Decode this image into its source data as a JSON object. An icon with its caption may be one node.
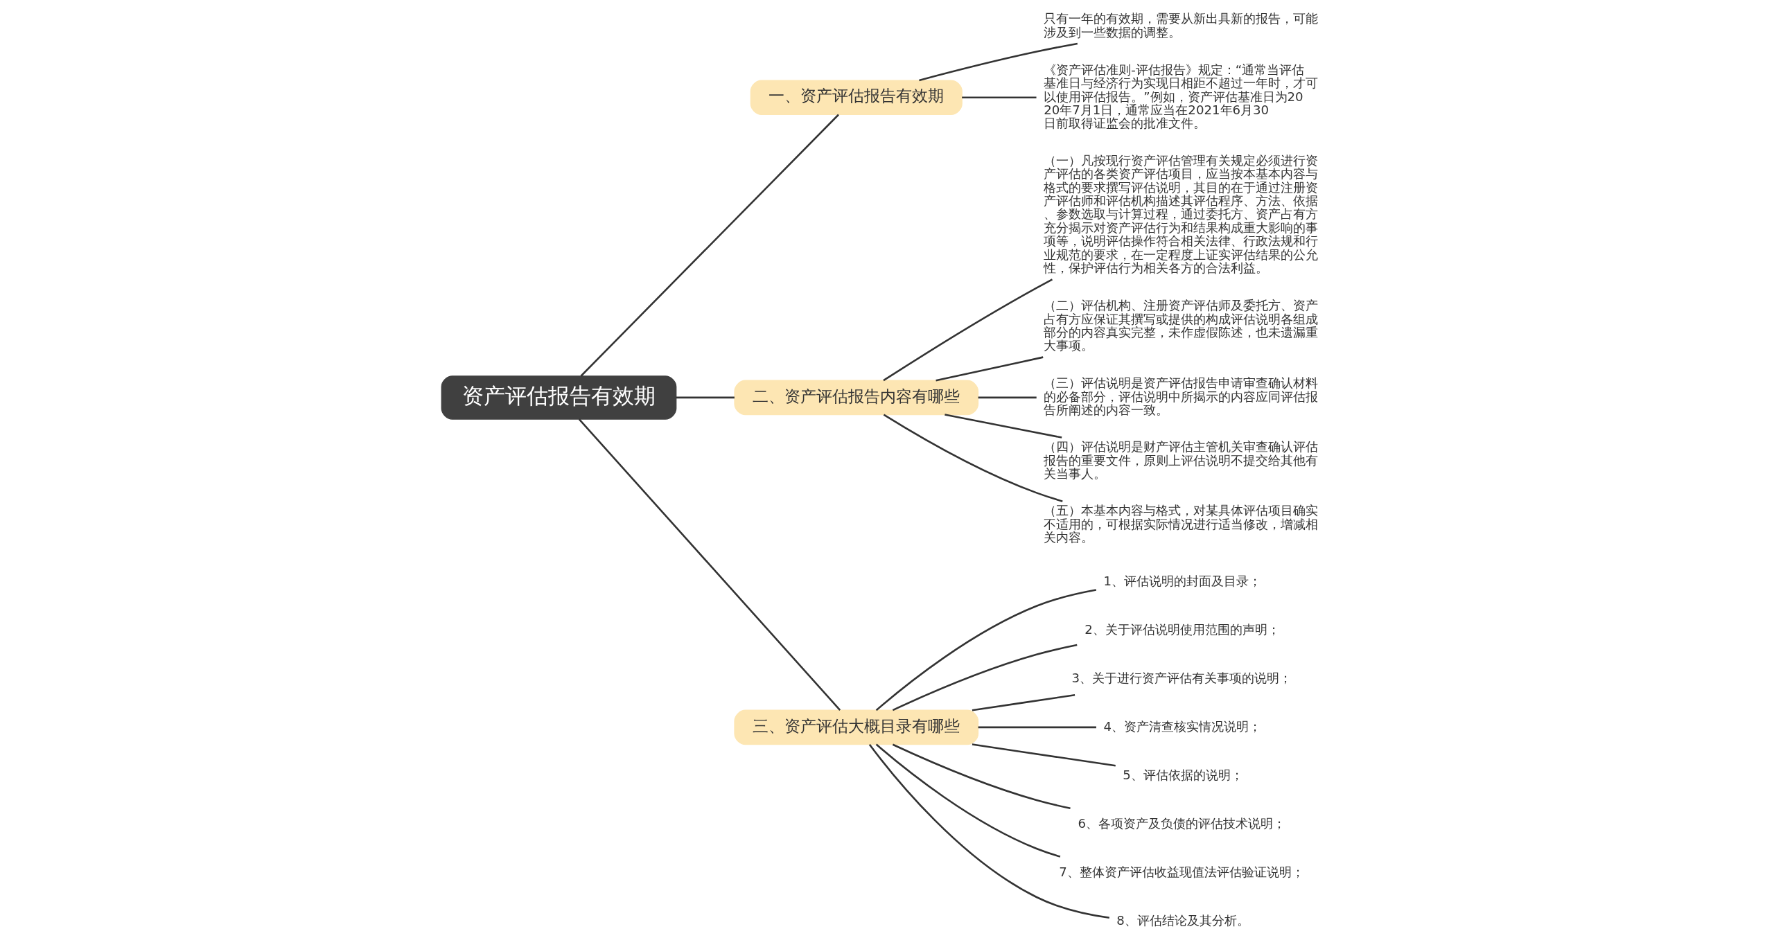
{
  "diagram": {
    "nodes": [
      {
        "text": [
          "资产评估报告有效期"
        ]
      },
      {
        "text": [
          "一、资产评估报告有效期"
        ]
      },
      {
        "text": [
          "只有一年的有效期，需要从新出具新的报告，可能涉及到一些数据的调整。"
        ]
      },
      {
        "text": [
          "《资产评估准则-评估报告》规定：“通常当评估基准日与经济行为实现日相距不超过一年时，才可以使用评估报告。”例如，资产评估基准日为2020年7月1日，通常应当在2021年6月30日前取得证监会的批准文件。"
        ]
      },
      {
        "text": [
          "二、资产评估报告内容有哪些"
        ]
      },
      {
        "text": [
          "（一）凡按现行资产评估管理有关规定必须进行资产评估的各类资产评估项目，应当按本基本内容与格式的要求撰写评估说明，其目的在于通过注册资产评估师和评估机构描述其评估程序、方法、依据、参数选取与计算过程，通过委托方、资产占有方充分揭示对资产评估行为和结果构成重大影响的事项等，说明评估操作符合相关法律、行政法规和行业规范的要求，在一定程度上证实评估结果的公允性，保护评估行为相关各方的合法利益。"
        ]
      },
      {
        "text": [
          "（二）评估机构、注册资产评估师及委托方、资产占有方应保证其撰写或提供的构成评估说明各组成部分的内容真实完整，未作虚假陈述，也未遗漏重大事项。"
        ]
      },
      {
        "text": [
          "（三）评估说明是资产评估报告申请审查确认材料的必备部分，评估说明中所揭示的内容应同评估报告所阐述的内容一致。"
        ]
      },
      {
        "text": [
          "（四）评估说明是财产评估主管机关审查确认评估报告的重要文件，原则上评估说明不提交给其他有关当事人。"
        ]
      },
      {
        "text": [
          "（五）本基本内容与格式，对某具体评估项目确实不适用的，可根据实际情况进行适当修改，增减相关内容。"
        ]
      },
      {
        "text": [
          "三、资产评估大概目录有哪些"
        ]
      },
      {
        "text": [
          "1、评估说明的封面及目录；"
        ]
      },
      {
        "text": [
          "2、关于评估说明使用范围的声明；"
        ]
      },
      {
        "text": [
          "3、关于进行资产评估有关事项的说明；"
        ]
      },
      {
        "text": [
          "4、资产清查核实情况说明；"
        ]
      },
      {
        "text": [
          "5、评估依据的说明；"
        ]
      },
      {
        "text": [
          "6、各项资产及负债的评估技术说明；"
        ]
      },
      {
        "text": [
          "7、整体资产评估收益现值法评估验证说明；"
        ]
      },
      {
        "text": [
          "8、评估结论及其分析。"
        ]
      }
    ],
    "edges": [
      {
        "from": 0,
        "to": 1,
        "arrow": "none"
      },
      {
        "from": 1,
        "to": 2,
        "arrow": "none"
      },
      {
        "from": 1,
        "to": 3,
        "arrow": "none"
      },
      {
        "from": 0,
        "to": 4,
        "arrow": "none"
      },
      {
        "from": 4,
        "to": 5,
        "arrow": "none"
      },
      {
        "from": 4,
        "to": 6,
        "arrow": "none"
      },
      {
        "from": 4,
        "to": 7,
        "arrow": "none"
      },
      {
        "from": 4,
        "to": 8,
        "arrow": "none"
      },
      {
        "from": 4,
        "to": 9,
        "arrow": "none"
      },
      {
        "from": 0,
        "to": 10,
        "arrow": "none"
      },
      {
        "from": 10,
        "to": 11,
        "arrow": "none"
      },
      {
        "from": 10,
        "to": 12,
        "arrow": "none"
      },
      {
        "from": 10,
        "to": 13,
        "arrow": "none"
      },
      {
        "from": 10,
        "to": 14,
        "arrow": "none"
      },
      {
        "from": 10,
        "to": 15,
        "arrow": "none"
      },
      {
        "from": 10,
        "to": 16,
        "arrow": "none"
      },
      {
        "from": 10,
        "to": 17,
        "arrow": "none"
      },
      {
        "from": 10,
        "to": 18,
        "arrow": "none"
      }
    ]
  }
}
